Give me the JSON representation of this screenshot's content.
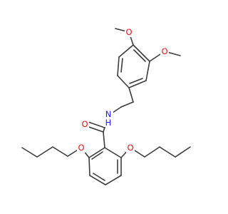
{
  "molecule": {
    "atom_labels": {
      "o_methoxy_top": "O",
      "o_methoxy_right": "O",
      "n_amide": "N",
      "h_amide": "H",
      "o_carbonyl": "O",
      "o_butoxy_left": "O",
      "o_butoxy_right": "O"
    },
    "colors": {
      "bond": "#3c3c3c",
      "oxygen": "#ff0d0d",
      "nitrogen": "#1a1aff",
      "background": "#ffffff"
    }
  }
}
